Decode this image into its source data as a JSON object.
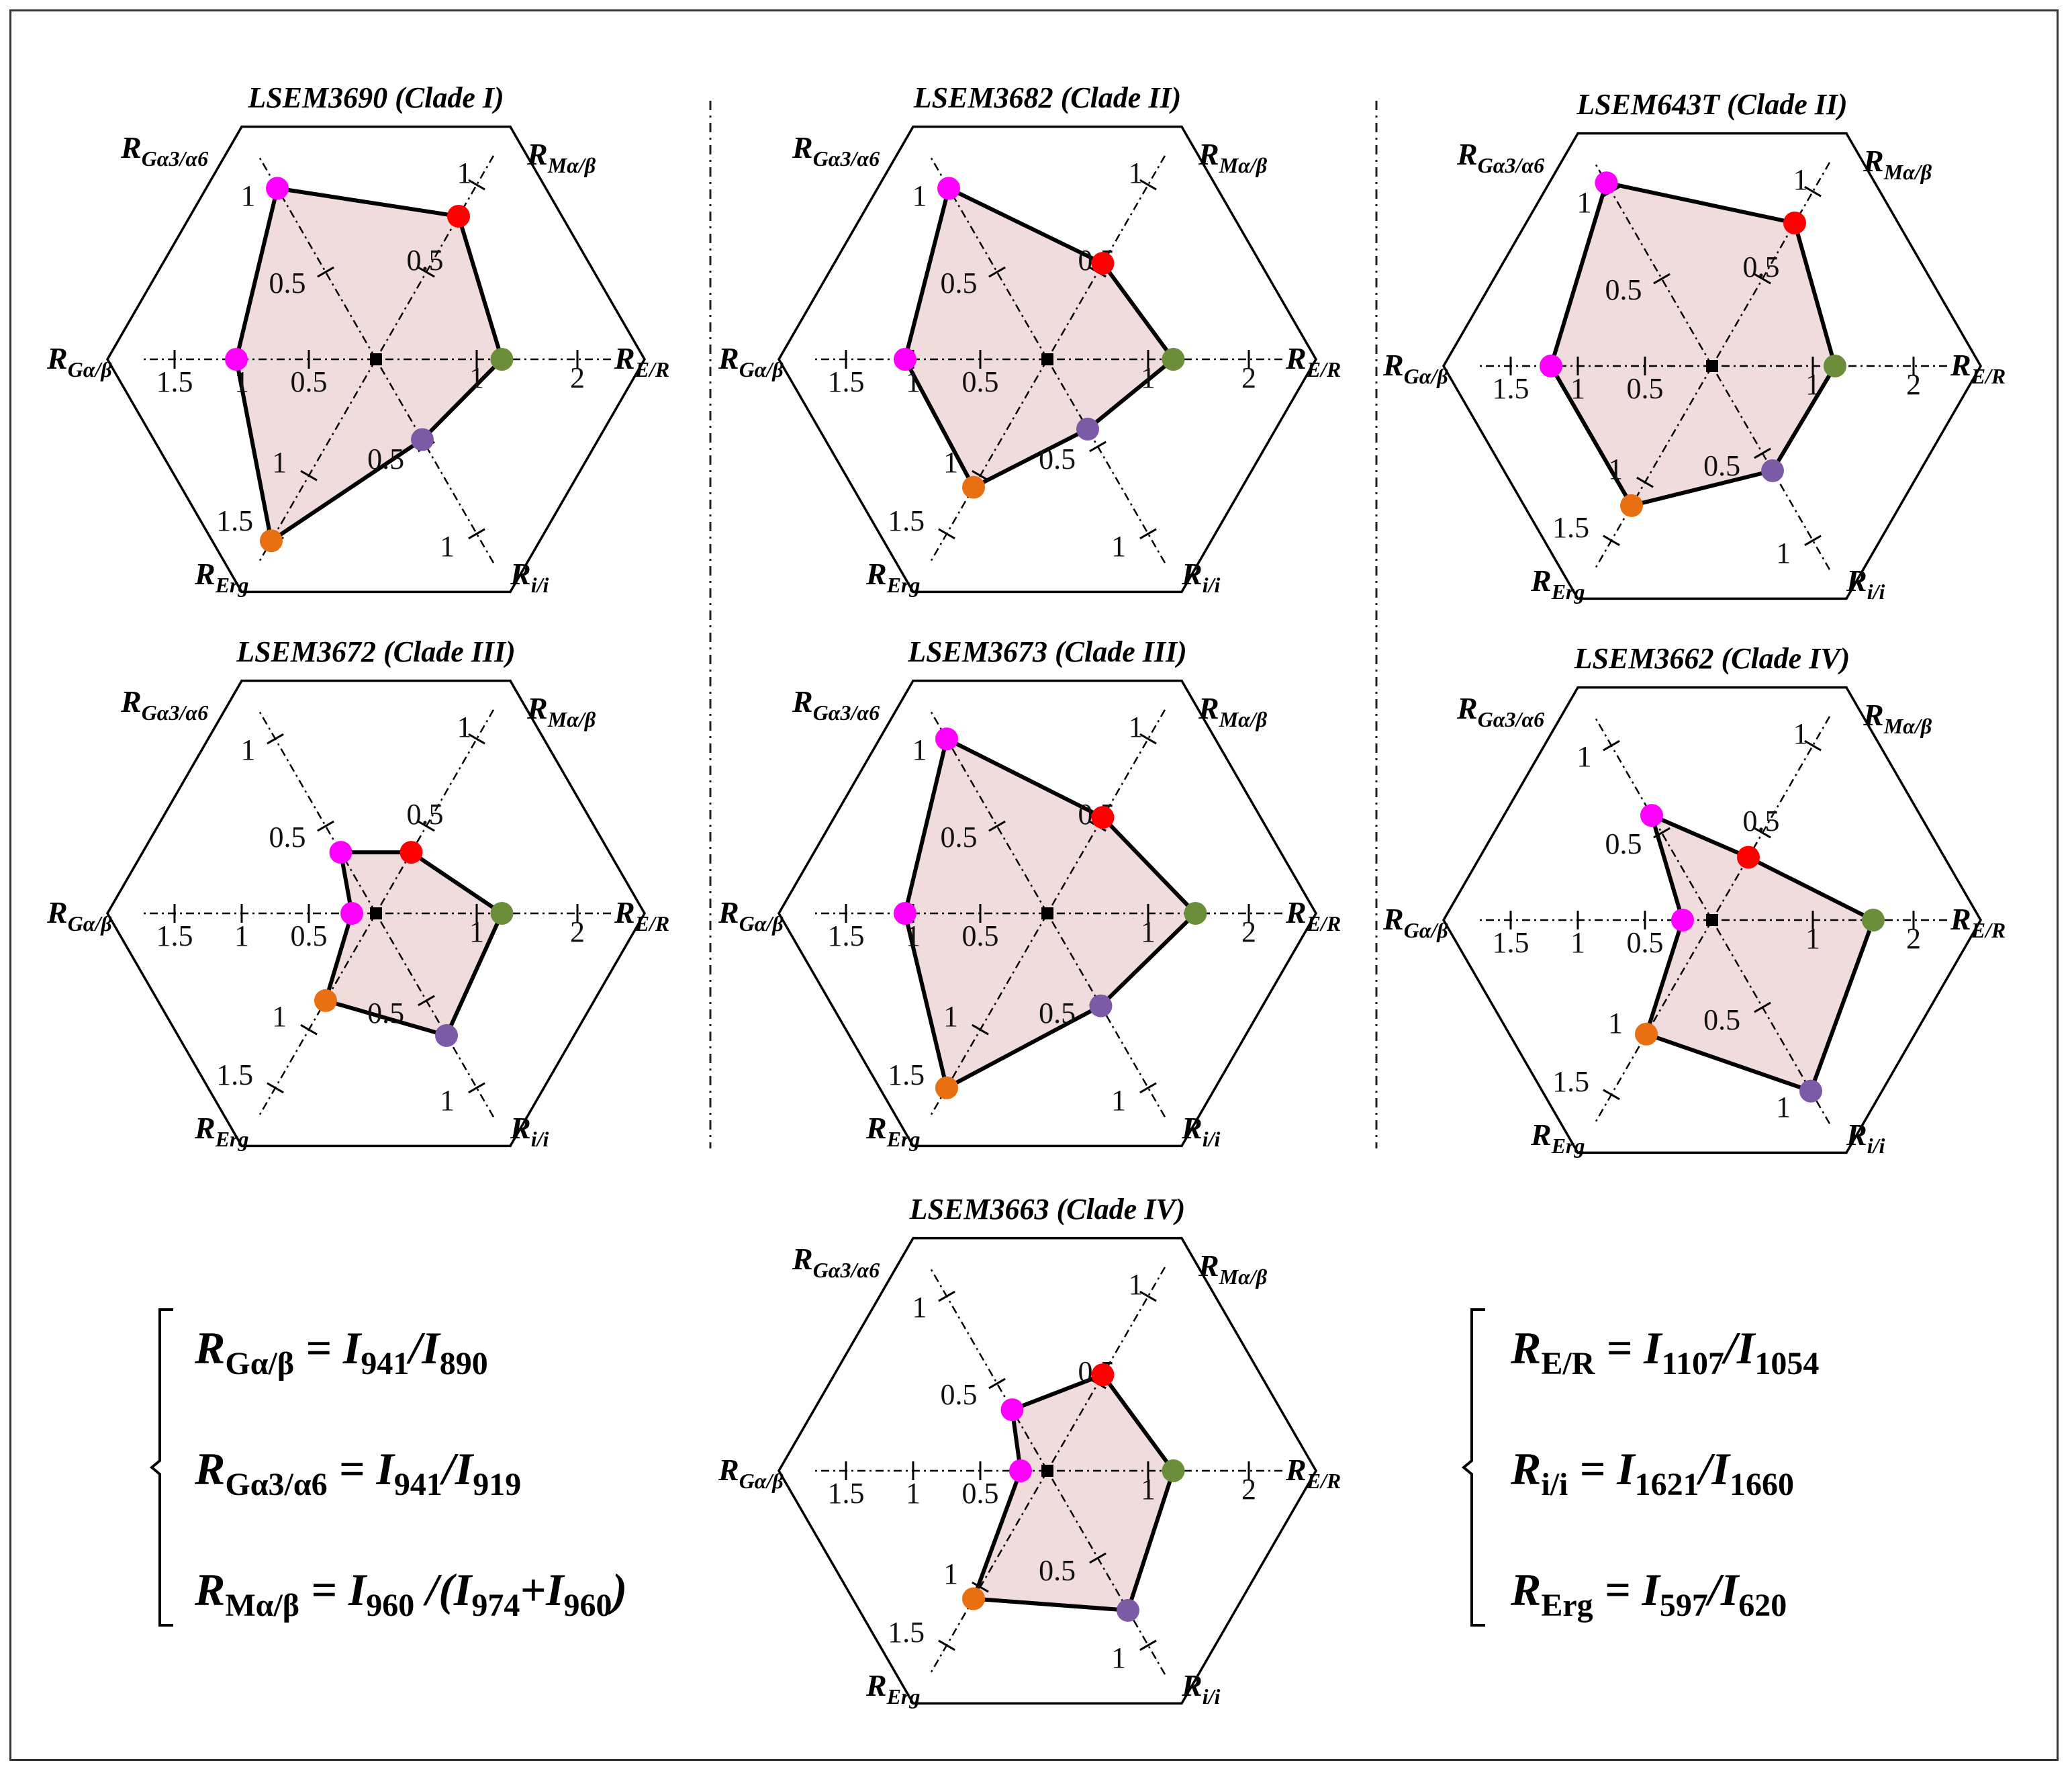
{
  "chart_data": {
    "type": "radar",
    "axes": [
      {
        "key": "M",
        "label": "R",
        "sub": "Mα/β",
        "ticks": [
          "0.5",
          "1"
        ],
        "max": 1
      },
      {
        "key": "E",
        "label": "R",
        "sub": "E/R",
        "ticks": [
          "1",
          "2"
        ],
        "max": 2
      },
      {
        "key": "i",
        "label": "R",
        "sub": "i/i",
        "ticks": [
          "0.5",
          "1"
        ],
        "max": 1
      },
      {
        "key": "Erg",
        "label": "R",
        "sub": "Erg",
        "ticks": [
          "1",
          "1.5"
        ],
        "max": 1.5
      },
      {
        "key": "Ga",
        "label": "R",
        "sub": "Gα/β",
        "ticks": [
          "0.5",
          "1",
          "1.5"
        ],
        "max": 1.5
      },
      {
        "key": "G3",
        "label": "R",
        "sub": "Gα3/α6",
        "ticks": [
          "0.5",
          "1"
        ],
        "max": 1
      }
    ],
    "point_colors": {
      "M": "#ff0000",
      "E": "#6b8e3a",
      "i": "#7b5aa6",
      "Erg": "#e87012",
      "Ga": "#ff00ff",
      "G3": "#ff00ff"
    },
    "fill_color": "#f0dcdc",
    "charts": [
      {
        "title": "LSEM3690 (Clade I)",
        "values": {
          "M": 0.82,
          "E": 1.25,
          "i": 0.46,
          "Erg": 1.56,
          "Ga": 1.04,
          "G3": 0.98
        }
      },
      {
        "title": "LSEM3682 (Clade II)",
        "values": {
          "M": 0.55,
          "E": 1.25,
          "i": 0.4,
          "Erg": 1.1,
          "Ga": 1.06,
          "G3": 0.98
        }
      },
      {
        "title": "LSEM643T (Clade II)",
        "values": {
          "M": 0.82,
          "E": 1.22,
          "i": 0.6,
          "Erg": 1.2,
          "Ga": 1.2,
          "G3": 1.05
        }
      },
      {
        "title": "LSEM3672 (Clade III)",
        "values": {
          "M": 0.35,
          "E": 1.25,
          "i": 0.7,
          "Erg": 0.75,
          "Ga": 0.18,
          "G3": 0.35
        }
      },
      {
        "title": "LSEM3673 (Clade III)",
        "values": {
          "M": 0.55,
          "E": 1.47,
          "i": 0.53,
          "Erg": 1.5,
          "Ga": 1.06,
          "G3": 1.0
        }
      },
      {
        "title": "LSEM3662 (Clade IV)",
        "values": {
          "M": 0.36,
          "E": 1.6,
          "i": 0.98,
          "Erg": 0.98,
          "Ga": 0.22,
          "G3": 0.6
        }
      },
      {
        "title": "LSEM3663 (Clade IV)",
        "values": {
          "M": 0.55,
          "E": 1.25,
          "i": 0.8,
          "Erg": 1.1,
          "Ga": 0.2,
          "G3": 0.35
        }
      }
    ]
  },
  "formulas_left": [
    {
      "lhs": "R",
      "lhs_sub": "Gα/β",
      "rhs": [
        [
          "I",
          "941"
        ],
        [
          "/"
        ],
        [
          "I",
          "890"
        ]
      ]
    },
    {
      "lhs": "R",
      "lhs_sub": "Gα3/α6",
      "rhs": [
        [
          "I",
          "941"
        ],
        [
          "/"
        ],
        [
          "I",
          "919"
        ]
      ]
    },
    {
      "lhs": "R",
      "lhs_sub": "Mα/β",
      "rhs": [
        [
          "I",
          "960"
        ],
        [
          " /("
        ],
        [
          "I",
          "974"
        ],
        [
          "+"
        ],
        [
          "I",
          "960"
        ],
        [
          ")"
        ]
      ]
    }
  ],
  "formulas_right": [
    {
      "lhs": "R",
      "lhs_sub": "E/R",
      "rhs": [
        [
          "I",
          "1107"
        ],
        [
          "/"
        ],
        [
          "I",
          "1054"
        ]
      ]
    },
    {
      "lhs": "R",
      "lhs_sub": "i/i",
      "rhs": [
        [
          "I",
          "1621"
        ],
        [
          "/"
        ],
        [
          "I",
          "1660"
        ]
      ]
    },
    {
      "lhs": "R",
      "lhs_sub": "Erg",
      "rhs": [
        [
          "I",
          "597"
        ],
        [
          "/"
        ],
        [
          "I",
          "620"
        ]
      ]
    }
  ]
}
